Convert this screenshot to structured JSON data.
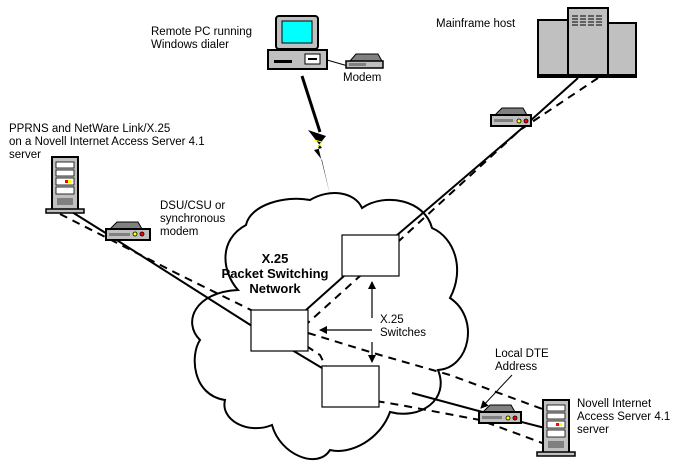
{
  "diagram": {
    "network": {
      "title_line1": "X.25",
      "title_line2": "Packet Switching",
      "title_line3": "Network"
    },
    "labels": {
      "remote_pc_line1": "Remote PC running",
      "remote_pc_line2": "Windows dialer",
      "modem": "Modem",
      "mainframe": "Mainframe host",
      "pprns_line1": "PPRNS and NetWare Link/X.25",
      "pprns_line2": "on a Novell Internet Access Server 4.1",
      "pprns_line3": "server",
      "dsu_line1": "DSU/CSU or",
      "dsu_line2": "synchronous",
      "dsu_line3": "modem",
      "switches_line1": "X.25",
      "switches_line2": "Switches",
      "dte_line1": "Local DTE",
      "dte_line2": "Address",
      "nias_line1": "Novell Internet",
      "nias_line2": "Access Server 4.1",
      "nias_line3": "server"
    },
    "colors": {
      "monitor_screen": "#00ffff",
      "device_gray": "#c0c0c0",
      "led_yellow": "#ffff00",
      "led_red": "#ff0000",
      "line": "#000000"
    }
  }
}
